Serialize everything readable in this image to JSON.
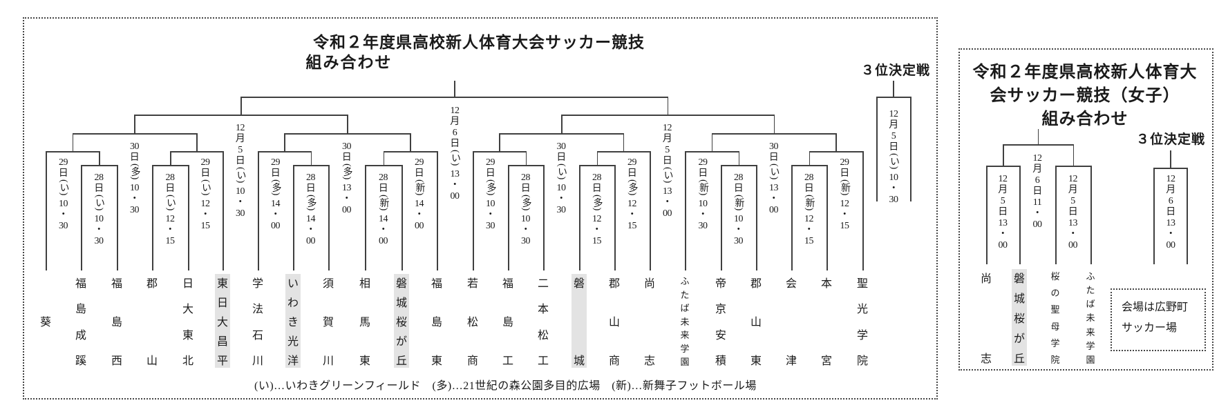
{
  "colors": {
    "highlight": "#e3e3e3",
    "line": "#3f3f3f"
  },
  "main_bracket": {
    "title_line1": "令和２年度県高校新人体育大会サッカー競技",
    "title_line2": "組み合わせ",
    "third_place_heading": "３位決定戦",
    "teams": [
      {
        "name": "葵",
        "highlighted": false
      },
      {
        "name": "福島成蹊",
        "highlighted": false
      },
      {
        "name": "福島西",
        "highlighted": false
      },
      {
        "name": "郡山",
        "highlighted": false
      },
      {
        "name": "日大東北",
        "highlighted": false
      },
      {
        "name": "東日大昌平",
        "highlighted": true
      },
      {
        "name": "学法石川",
        "highlighted": false
      },
      {
        "name": "いわき光洋",
        "highlighted": true
      },
      {
        "name": "須賀川",
        "highlighted": false
      },
      {
        "name": "相馬東",
        "highlighted": false
      },
      {
        "name": "磐城桜が丘",
        "highlighted": true
      },
      {
        "name": "福島東",
        "highlighted": false
      },
      {
        "name": "若松商",
        "highlighted": false
      },
      {
        "name": "福島工",
        "highlighted": false
      },
      {
        "name": "二本松工",
        "highlighted": false
      },
      {
        "name": "磐城",
        "highlighted": true
      },
      {
        "name": "郡山商",
        "highlighted": false
      },
      {
        "name": "尚志",
        "highlighted": false
      },
      {
        "name": "ふたば未来学園",
        "highlighted": false
      },
      {
        "name": "帝京安積",
        "highlighted": false
      },
      {
        "name": "郡山東",
        "highlighted": false
      },
      {
        "name": "会津",
        "highlighted": false
      },
      {
        "name": "本宮",
        "highlighted": false
      },
      {
        "name": "聖光学院",
        "highlighted": false
      }
    ],
    "dates": {
      "round1": [
        "28日(い)10・30",
        "28日(い)12・15",
        "28日(多)14・00",
        "28日(新)14・00",
        "28日(多)10・30",
        "28日(多)12・15",
        "28日(新)10・30",
        "28日(新)12・15"
      ],
      "round2": [
        "29日(い)10・30",
        "29日(い)12・15",
        "29日(多)14・00",
        "29日(新)14・00",
        "29日(多)10・30",
        "29日(多)12・15",
        "29日(新)10・30",
        "29日(新)12・15"
      ],
      "quarterfinals": [
        "30日(多)10・30",
        "30日(多)13・00",
        "30日(い)10・30",
        "30日(い)13・00"
      ],
      "semifinals": [
        "12月5日(い)10・30",
        "12月5日(い)13・00"
      ],
      "final": "12月6日(い)13・00",
      "third_place": "12月5日(い)10・30"
    },
    "footnote": "(い)…いわきグリーンフィールド　(多)…21世紀の森公園多目的広場　(新)…新舞子フットボール場"
  },
  "womens_bracket": {
    "title_line1": "令和２年度県高校新人体育大",
    "title_line2": "会サッカー競技（女子）",
    "title_line3": "組み合わせ",
    "third_place_heading": "３位決定戦",
    "teams": [
      {
        "name": "尚志",
        "highlighted": false
      },
      {
        "name": "磐城桜が丘",
        "highlighted": true
      },
      {
        "name": "桜の聖母学院",
        "highlighted": false
      },
      {
        "name": "ふたば未来学園",
        "highlighted": false
      }
    ],
    "dates": {
      "semifinals": [
        "12月5日13・00",
        "12月5日13・00"
      ],
      "final": "12月6日11・00",
      "third_place": "12月6日13・00"
    },
    "venue_note_line1": "会場は広野町",
    "venue_note_line2": "サッカー場"
  }
}
